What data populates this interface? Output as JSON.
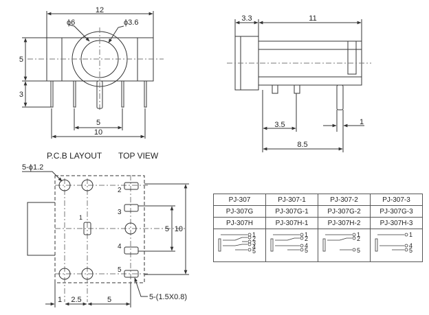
{
  "front_view": {
    "width_dim": "12",
    "hole_large": "ϕ6",
    "hole_small": "ϕ3.6",
    "height_dim": "5",
    "pin_length_dim": "3",
    "pin_pitch_small": "5",
    "pin_pitch_large": "10"
  },
  "side_view": {
    "front_dim": "3.3",
    "body_dim": "11",
    "pin_offset_dim": "3.5",
    "pin_width_dim": "1",
    "pin_span_dim": "8.5"
  },
  "pcb_layout": {
    "title": "P.C.B LAYOUT",
    "view_label": "TOP VIEW",
    "hole_spec": "5-ϕ1.2",
    "slot_spec": "5-(1.5X0.8)",
    "pin_labels": [
      "1",
      "2",
      "3",
      "4",
      "5"
    ],
    "dim_bottom": [
      "1",
      "2.5",
      "5"
    ],
    "dim_right_inner": "5",
    "dim_right_outer": "10"
  },
  "model_table": {
    "rows": [
      [
        "PJ-307",
        "PJ-307-1",
        "PJ-307-2",
        "PJ-307-3"
      ],
      [
        "PJ-307G",
        "PJ-307G-1",
        "PJ-307G-2",
        "PJ-307G-3"
      ],
      [
        "PJ-307H",
        "PJ-307H-1",
        "PJ-307H-2",
        "PJ-307H-3"
      ]
    ],
    "schematic_pins": [
      [
        "1",
        "2",
        "3",
        "4",
        "5"
      ],
      [
        "1",
        "2",
        "4",
        "5"
      ],
      [
        "1",
        "2",
        "5"
      ],
      [
        "1",
        "4",
        "5"
      ]
    ]
  }
}
